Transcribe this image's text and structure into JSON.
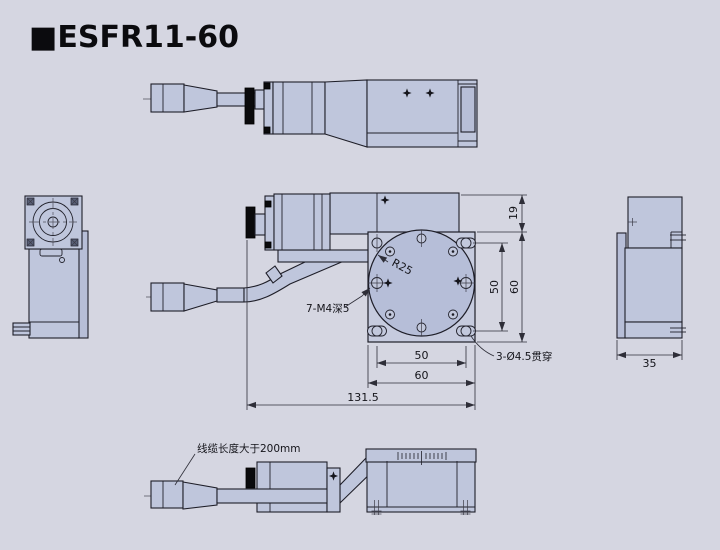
{
  "title": "■ESFR11-60",
  "colors": {
    "background": "#d5d6e1",
    "part_fill": "#bfc6dc",
    "plate_fill": "#c6cbde",
    "platform_fill": "#b6bed8",
    "outline": "#1e1e28",
    "dimension_line": "#2e2e38",
    "knob_black": "#0a0a0c"
  },
  "front_view": {
    "dim_top_offset": "19",
    "dim_hole_spacing_vertical": "50",
    "dim_plate_height": "60",
    "dim_hole_spacing_horizontal": "50",
    "dim_plate_width": "60",
    "dim_overall_length": "131.5",
    "label_platform_radius": "R25",
    "label_tapped_holes": "7-M4深5",
    "label_through_holes": "3-Ø4.5贯穿"
  },
  "right_view": {
    "dim_body_width": "35"
  },
  "bottom_view": {
    "cable_note": "线缆长度大于200mm"
  }
}
